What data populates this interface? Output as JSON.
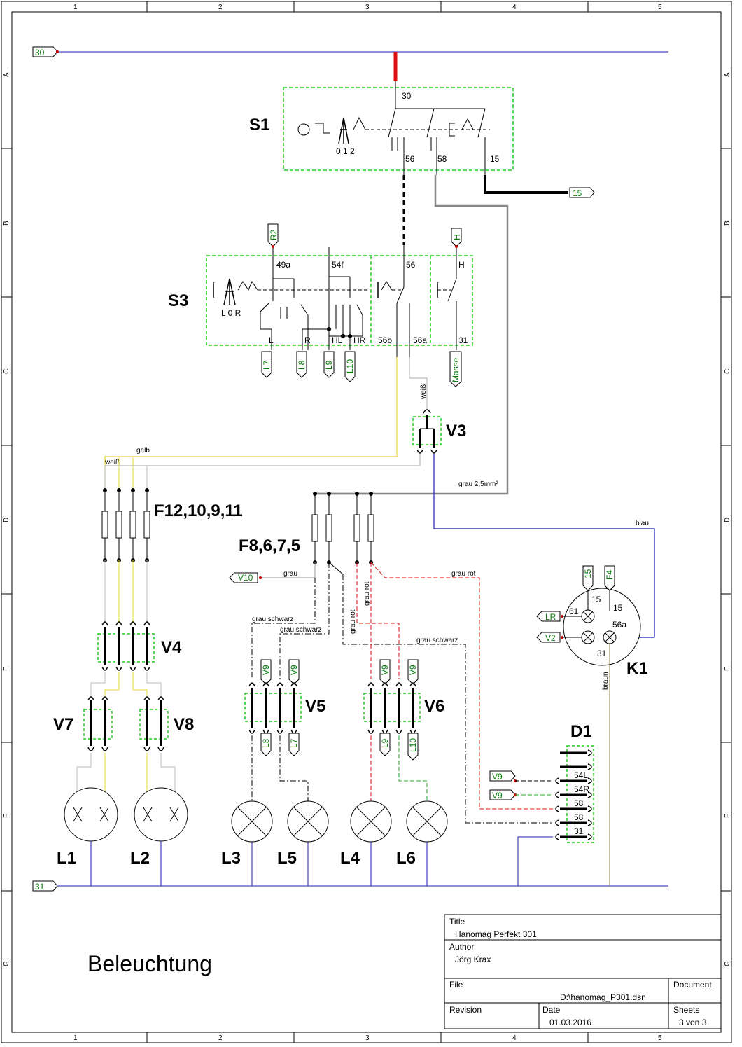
{
  "frame": {
    "col_labels": [
      "1",
      "2",
      "3",
      "4",
      "5"
    ],
    "row_labels": [
      "A",
      "B",
      "C",
      "D",
      "E",
      "F",
      "G"
    ]
  },
  "rails": {
    "top": "30",
    "bottom": "31"
  },
  "switch_s1": {
    "name": "S1",
    "positions": "0 1 2",
    "terminals": [
      "30",
      "56",
      "58",
      "15"
    ],
    "out_port": "15"
  },
  "switch_s3": {
    "name": "S3",
    "positions": "L 0 R",
    "terminals": [
      "49a",
      "54f",
      "56",
      "H",
      "L",
      "R",
      "HL",
      "HR",
      "56b",
      "56a",
      "31"
    ],
    "ports_in": [
      "R2",
      "H"
    ],
    "ports_out": [
      "L7",
      "L8",
      "L9",
      "L10",
      "Masse"
    ]
  },
  "connectors": {
    "v3": "V3",
    "v4": "V4",
    "v5": "V5",
    "v6": "V6",
    "v7": "V7",
    "v8": "V8"
  },
  "fuses": {
    "left": "F12,10,9,11",
    "right": "F8,6,7,5"
  },
  "wires": {
    "weiss": "weiß",
    "gelb": "gelb",
    "blau": "blau",
    "grau": "grau",
    "grau25": "grau 2,5mm²",
    "grau_rot": "grau rot",
    "grau_schwarz": "grau schwarz",
    "braun": "braun"
  },
  "ports": {
    "v10": "V10",
    "v9": "V9",
    "l8": "L8",
    "l7": "L7",
    "l9": "L9",
    "l10": "L10",
    "lr": "LR",
    "v2": "V2",
    "p15": "15",
    "f4": "F4"
  },
  "k1": {
    "name": "K1",
    "pins": [
      "61",
      "15",
      "15",
      "56a",
      "31"
    ]
  },
  "d1": {
    "name": "D1",
    "pins": [
      "54L",
      "54R",
      "58",
      "58",
      "31"
    ]
  },
  "lamps": [
    "L1",
    "L2",
    "L3",
    "L5",
    "L4",
    "L6"
  ],
  "sheet_title": "Beleuchtung",
  "title_block": {
    "title_label": "Title",
    "title": "Hanomag Perfekt 301",
    "author_label": "Author",
    "author": "Jörg Krax",
    "file_label": "File",
    "file": "D:\\hanomag_P301.dsn",
    "document_label": "Document",
    "revision_label": "Revision",
    "date_label": "Date",
    "date": "01.03.2016",
    "sheets_label": "Sheets",
    "sheets": "3 von 3"
  },
  "colors": {
    "blue": "#1f1fb0",
    "green": "#22cc22",
    "red": "#dd1111",
    "yellow": "#e8d640",
    "grey": "#999999",
    "olive": "#8a8a30"
  }
}
